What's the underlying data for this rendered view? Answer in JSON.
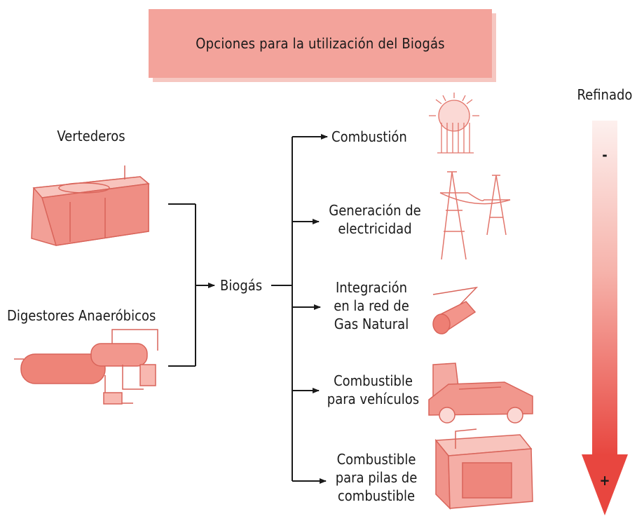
{
  "title": "Opciones para la utilización del Biogás",
  "sources": {
    "vertederos": "Vertederos",
    "digestores": "Digestores Anaeróbicos"
  },
  "hub": "Biogás",
  "uses": {
    "combustion": "Combustión",
    "electricidad": [
      "Generación de",
      "electricidad"
    ],
    "gas_natural": [
      "Integración",
      "en la red de",
      "Gas Natural"
    ],
    "vehiculos": [
      "Combustible",
      "para vehículos"
    ],
    "pilas": [
      "Combustible",
      "para pilas de",
      "combustible"
    ]
  },
  "refinado": {
    "label": "Refinado",
    "min": "-",
    "max": "+"
  },
  "colors": {
    "title_bg": "#f3a39b",
    "illustration": "#e8837a",
    "arrow_top": "#fbe3df",
    "arrow_bottom": "#e84a43"
  },
  "icons": [
    "landfill-icon",
    "anaerobic-digester-icon",
    "flare-icon",
    "power-tower-icon",
    "gas-pipe-icon",
    "vehicle-icon",
    "fuel-cell-icon"
  ]
}
